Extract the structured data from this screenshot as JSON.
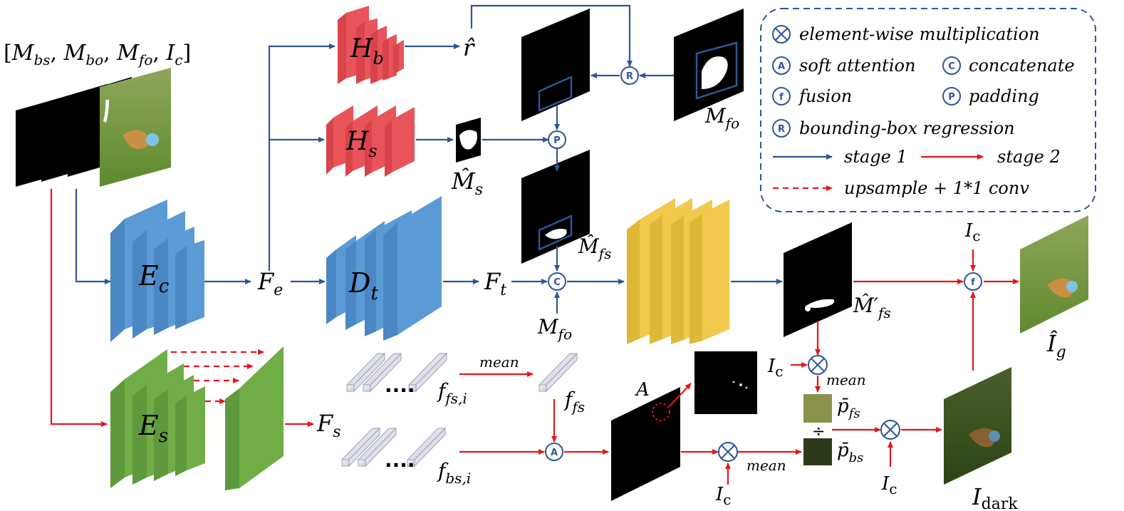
{
  "input": {
    "label": "[M",
    "subs": [
      "bs",
      "bo",
      "fo"
    ],
    "ic": "I",
    "ic_sub": "c"
  },
  "blocks": {
    "hb": {
      "main": "H",
      "sub": "b",
      "color": "#e8545a"
    },
    "hs": {
      "main": "H",
      "sub": "s",
      "color": "#e8545a"
    },
    "ec": {
      "main": "E",
      "sub": "c",
      "color": "#5b9bd5"
    },
    "dt": {
      "main": "D",
      "sub": "t",
      "color": "#5b9bd5"
    },
    "es": {
      "main": "E",
      "sub": "s",
      "color": "#70ad47"
    },
    "fusion_yellow": {
      "color": "#f2c94c"
    }
  },
  "features": {
    "fe": {
      "main": "F",
      "sub": "e"
    },
    "ft": {
      "main": "F",
      "sub": "t"
    },
    "fs": {
      "main": "F",
      "sub": "s"
    },
    "r_hat": "r̂",
    "ms_hat": {
      "main": "M̂",
      "sub": "s"
    },
    "mfs_hat": {
      "main": "M̂",
      "sub": "fs"
    },
    "mfs_prime": {
      "main": "M̂′",
      "sub": "fs"
    },
    "mfo_top": {
      "main": "M",
      "sub": "fo"
    },
    "mfo_bottom": {
      "main": "M",
      "sub": "fo"
    },
    "ffs_i": {
      "main": "f",
      "sub": "fs,i"
    },
    "ffs": {
      "main": "f",
      "sub": "fs"
    },
    "fbs_i": {
      "main": "f",
      "sub": "bs,i"
    },
    "a_label": "A",
    "mean1": "mean",
    "mean2": "mean",
    "mean3": "mean",
    "pfs": {
      "main": "p̄",
      "sub": "fs"
    },
    "pbs": {
      "main": "p̄",
      "sub": "bs"
    },
    "divide": "÷",
    "ic1": {
      "main": "I",
      "sub": "c"
    },
    "ic2": {
      "main": "I",
      "sub": "c"
    },
    "ic3": {
      "main": "I",
      "sub": "c"
    },
    "ic4": {
      "main": "I",
      "sub": "c"
    },
    "ig_hat": {
      "main": "Î",
      "sub": "g"
    },
    "idark": {
      "main": "I",
      "sub": "dark"
    },
    "dots1": "....",
    "dots2": "...."
  },
  "legend": {
    "items": [
      {
        "symbol": "⊗",
        "text": "element-wise multiplication"
      },
      {
        "symbol": "A",
        "text": "soft attention"
      },
      {
        "symbol": "C",
        "text": "concatenate"
      },
      {
        "symbol": "f",
        "text": "fusion"
      },
      {
        "symbol": "P",
        "text": "padding"
      },
      {
        "symbol": "R",
        "text": "bounding-box regression"
      }
    ],
    "stage1": "stage 1",
    "stage2": "stage 2",
    "upsample": "upsample + 1*1 conv"
  },
  "ops": {
    "R": "R",
    "P": "P",
    "C": "C",
    "A": "A",
    "f": "f"
  },
  "colors": {
    "blue_arrow": "#2e5597",
    "red_arrow": "#e8141b",
    "legend_border": "#2e5597",
    "op_circle": "#2e5597"
  }
}
